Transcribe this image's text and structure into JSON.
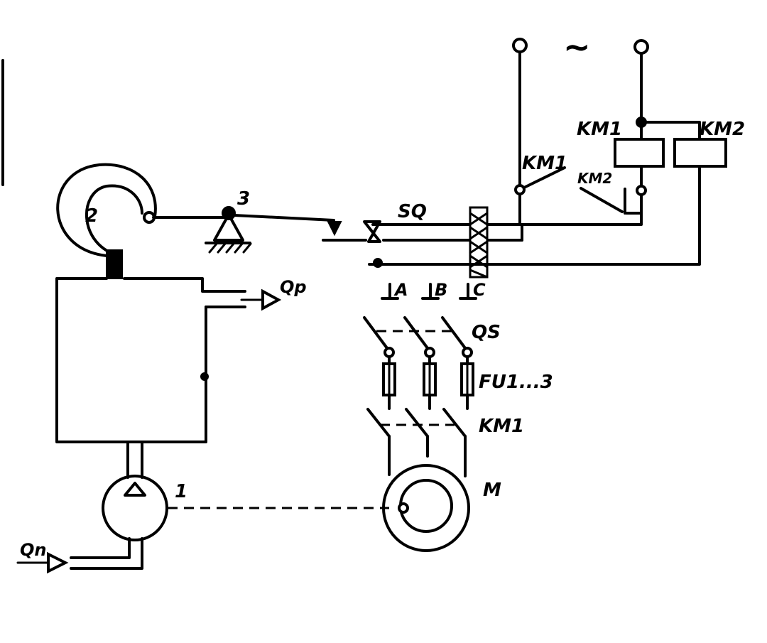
{
  "labels": {
    "supply_symbol": "~",
    "coil_km1": "KM1",
    "coil_km2": "KM2",
    "contact_km1": "KM1",
    "contact_km2": "KM2",
    "limit_switch": "SQ",
    "pump_number": "1",
    "pressure_element_number": "2",
    "lever_number": "3",
    "phase_a": "A",
    "phase_b": "B",
    "phase_c": "C",
    "switch_qs": "QS",
    "fuses": "FU1...3",
    "contactor_main": "KM1",
    "motor": "M",
    "flow_out": "Qp",
    "flow_in": "Qn"
  }
}
